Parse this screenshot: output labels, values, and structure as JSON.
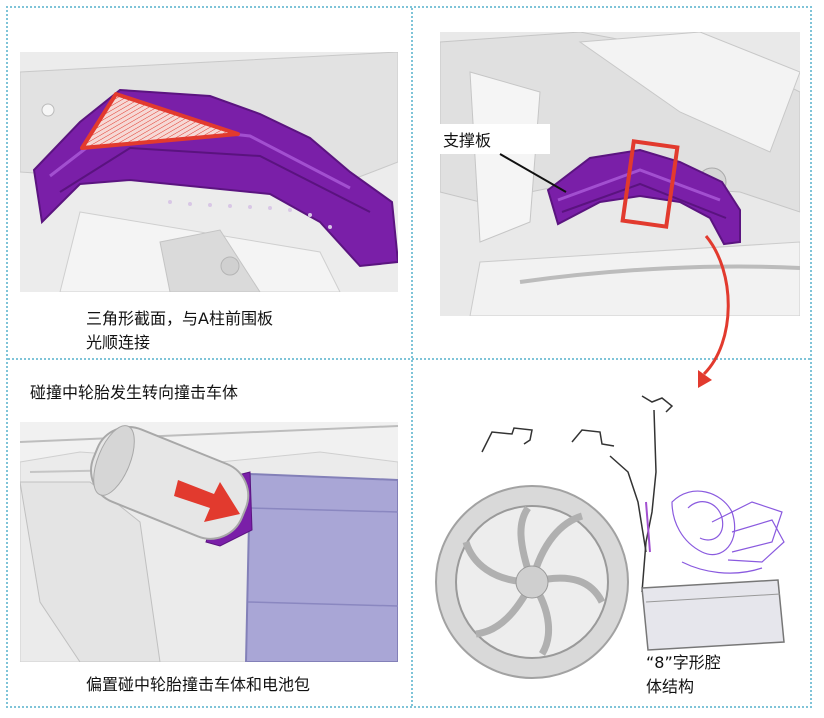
{
  "panel_top_left": {
    "caption_line1": "三角形截面，与A柱前围板",
    "caption_line2": "光顺连接"
  },
  "panel_top_right": {
    "label": "支撑板"
  },
  "panel_bottom_left": {
    "caption_top": "碰撞中轮胎发生转向撞击车体",
    "caption_bottom": "偏置碰中轮胎撞击车体和电池包"
  },
  "panel_bottom_right": {
    "caption_line1": "“8”字形腔",
    "caption_line2": "体结构"
  },
  "colors": {
    "purple": "#7a1fa8",
    "red": "#e23a2e",
    "divider": "#7fc4d8",
    "battery": "#a9a6d6"
  }
}
